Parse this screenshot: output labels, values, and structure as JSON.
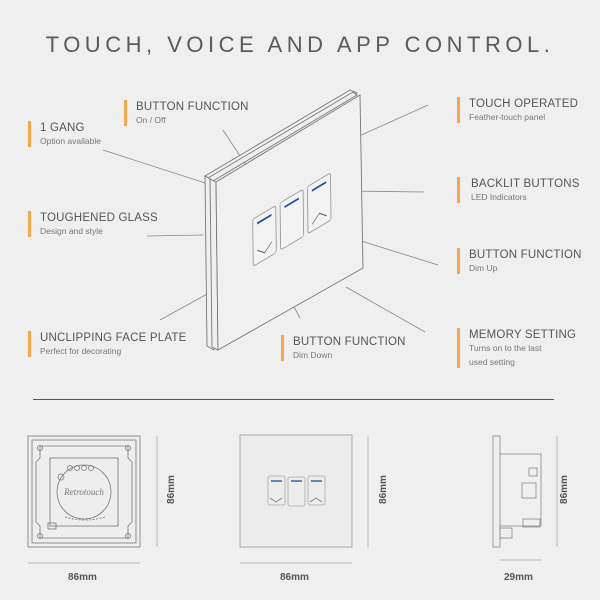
{
  "title": "TOUCH, VOICE AND APP CONTROL.",
  "callouts": [
    {
      "heading": "1 GANG",
      "sub": "Option available"
    },
    {
      "heading": "BUTTON FUNCTION",
      "sub": "On  / Off"
    },
    {
      "heading": "TOUGHENED GLASS",
      "sub": "Design and style"
    },
    {
      "heading": "UNCLIPPING FACE PLATE",
      "sub": "Perfect for decorating"
    },
    {
      "heading": "BUTTON FUNCTION",
      "sub": "Dim Down"
    },
    {
      "heading": "TOUCH OPERATED",
      "sub": "Feather-touch panel"
    },
    {
      "heading": "BACKLIT BUTTONS",
      "sub": "LED Indicators"
    },
    {
      "heading": "BUTTON FUNCTION",
      "sub": "Dim Up"
    },
    {
      "heading": "MEMORY SETTING",
      "sub": "Turns on to the last",
      "sub2": "used setting"
    }
  ],
  "dimensions": {
    "back_width": "86mm",
    "back_height": "86mm",
    "front_width": "86mm",
    "front_height": "86mm",
    "side_depth": "29mm",
    "side_height": "86mm"
  },
  "logo_text": "Retrotouch",
  "colors": {
    "accent": "#f5a54a",
    "led": "#1f4f9a",
    "background": "#efefef"
  }
}
